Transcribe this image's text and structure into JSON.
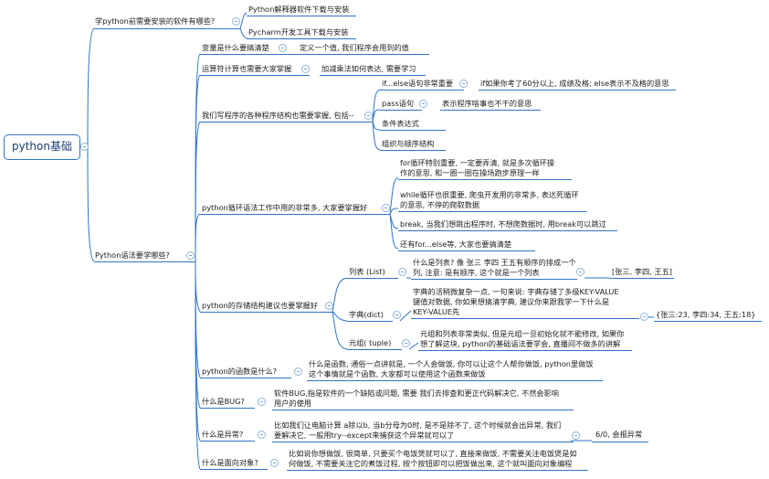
{
  "root": "python基础",
  "branches": {
    "b1": {
      "label": "学python前需要安装的软件有哪些?",
      "children": [
        "Python解释器软件下载与安装",
        "Pycharm开发工具下载与安装"
      ]
    },
    "b2": {
      "label": "Python语法要学哪些?",
      "items": {
        "var": {
          "label": "变量是什么要搞清楚",
          "note": "定义一个值, 我们程序会用到的值"
        },
        "op": {
          "label": "运算符计算也需要大家掌握",
          "note": "加减乘法如何表达, 需要学习"
        },
        "struct": {
          "label": "我们写程序的各种程序结构也需要掌握, 包括--",
          "ifelse": {
            "label": "if...else语句非常重要",
            "note": "if如果你考了60分以上, 成绩及格;  else表示不及格的意思"
          },
          "pass": {
            "label": "pass语句",
            "note": "表示程序啥事也不干的意思"
          },
          "cond": "条件表达式",
          "order": "组织与顺序结构"
        },
        "loop": {
          "label": "python循环语法工作中用的非常多, 大家要掌握好",
          "for_a": "for循环特别重要, 一定要弄清, 就是多次循环操",
          "for_b": "作的意思, 和一圈一圈在操场跑步原理一样",
          "while_a": "while循环也很重要, 爬虫开发用的非常多, 表达死循环",
          "while_b": "的意思, 不停的爬取数据",
          "brk": "break, 当我们想跳出程序时, 不想爬数据时, 用break可以跳过",
          "forelse": "还有for...else等, 大家也要搞清楚"
        },
        "storage": {
          "label": "python的存储结构建议也要掌握好",
          "list": {
            "label": "列表 (List)",
            "desc_a": "什么是列表? 像 张三 李四 王五有顺序的排成一个",
            "desc_b": "列, 注意: 是有顺序, 这个就是一个列表",
            "example": "[张三, 李四, 王五]"
          },
          "dict": {
            "label": "字典(dict)",
            "desc_a": "字典的活稍微复杂一点, 一句来说: 字典存储了多级KEY-VALUE",
            "desc_b": "键值对数据, 你如果想搞清字典, 建议你来跟我学一下什么是",
            "desc_c": "KEY-VALUE先",
            "example": "{张三:23,    李四:34,  王五:18}"
          },
          "tuple": {
            "label": "元组( tuple)",
            "desc_a": "元组和列表非常类似,  但是元组一旦初始化就不能修改, 如果你",
            "desc_b": "想了解这块,  python的基础语法要学会, 直播间不做多的讲解"
          }
        },
        "func": {
          "label": "python的函数是什么?",
          "note_a": "什么是函数, 通俗一点讲就是, 一个人会做饭, 你可以让这个人帮你做饭, python里做饭",
          "note_b": "这个事情就是个函数, 大家都可以使用这个函数来做饭"
        },
        "bug": {
          "label": "什么是BUG?",
          "note_a": "软件BUG,指是软件的一个缺陷或问题, 需要 我们去排查和更正代码解决它, 不然会影响",
          "note_b": "用户的使用"
        },
        "exc": {
          "label": "什么是异常?",
          "note_a": "比如我们让电脑计算 a除以b, 当b分母为0时, 是不是除不了, 这个时候就会出异常, 我们",
          "note_b": "要解决它, 一般用try--except来捕获这个异常就可以了",
          "example": "6/0, 会报异常"
        },
        "oop": {
          "label": "什么是面向对象?",
          "note_a": "比如说你想做饭, 很简单, 只要买个电饭煲就可以了, 直接来做饭, 不需要关注电饭煲是如",
          "note_b": "何做饭, 不需要关注它的煮饭过程, 按个按钮即可以把饭做出来, 这个就叫面向对象编程"
        }
      }
    }
  },
  "colors": {
    "line": "#2f74c7",
    "root_border": "#2f74c7",
    "text": "#222222"
  }
}
